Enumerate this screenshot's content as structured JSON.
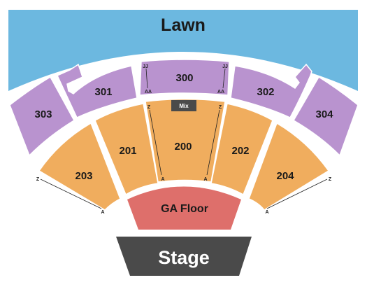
{
  "colors": {
    "lawn": "#6cb8e0",
    "tier300": "#b993cf",
    "tier200": "#f0ad5e",
    "ga_floor": "#de6f6b",
    "stage": "#4a4a4a",
    "mix": "#4a4a4a",
    "section_border": "#ffffff",
    "row_line": "#222222"
  },
  "lawn": {
    "label": "Lawn"
  },
  "sections": {
    "s303": "303",
    "s301": "301",
    "s300": "300",
    "s302": "302",
    "s304": "304",
    "s203": "203",
    "s201": "201",
    "s200": "200",
    "s202": "202",
    "s204": "204"
  },
  "ga_floor": {
    "label": "GA Floor"
  },
  "stage": {
    "label": "Stage"
  },
  "mix": {
    "label": "Mix"
  },
  "rows": {
    "jj": "JJ",
    "aa": "AA",
    "z": "Z",
    "a": "A"
  }
}
